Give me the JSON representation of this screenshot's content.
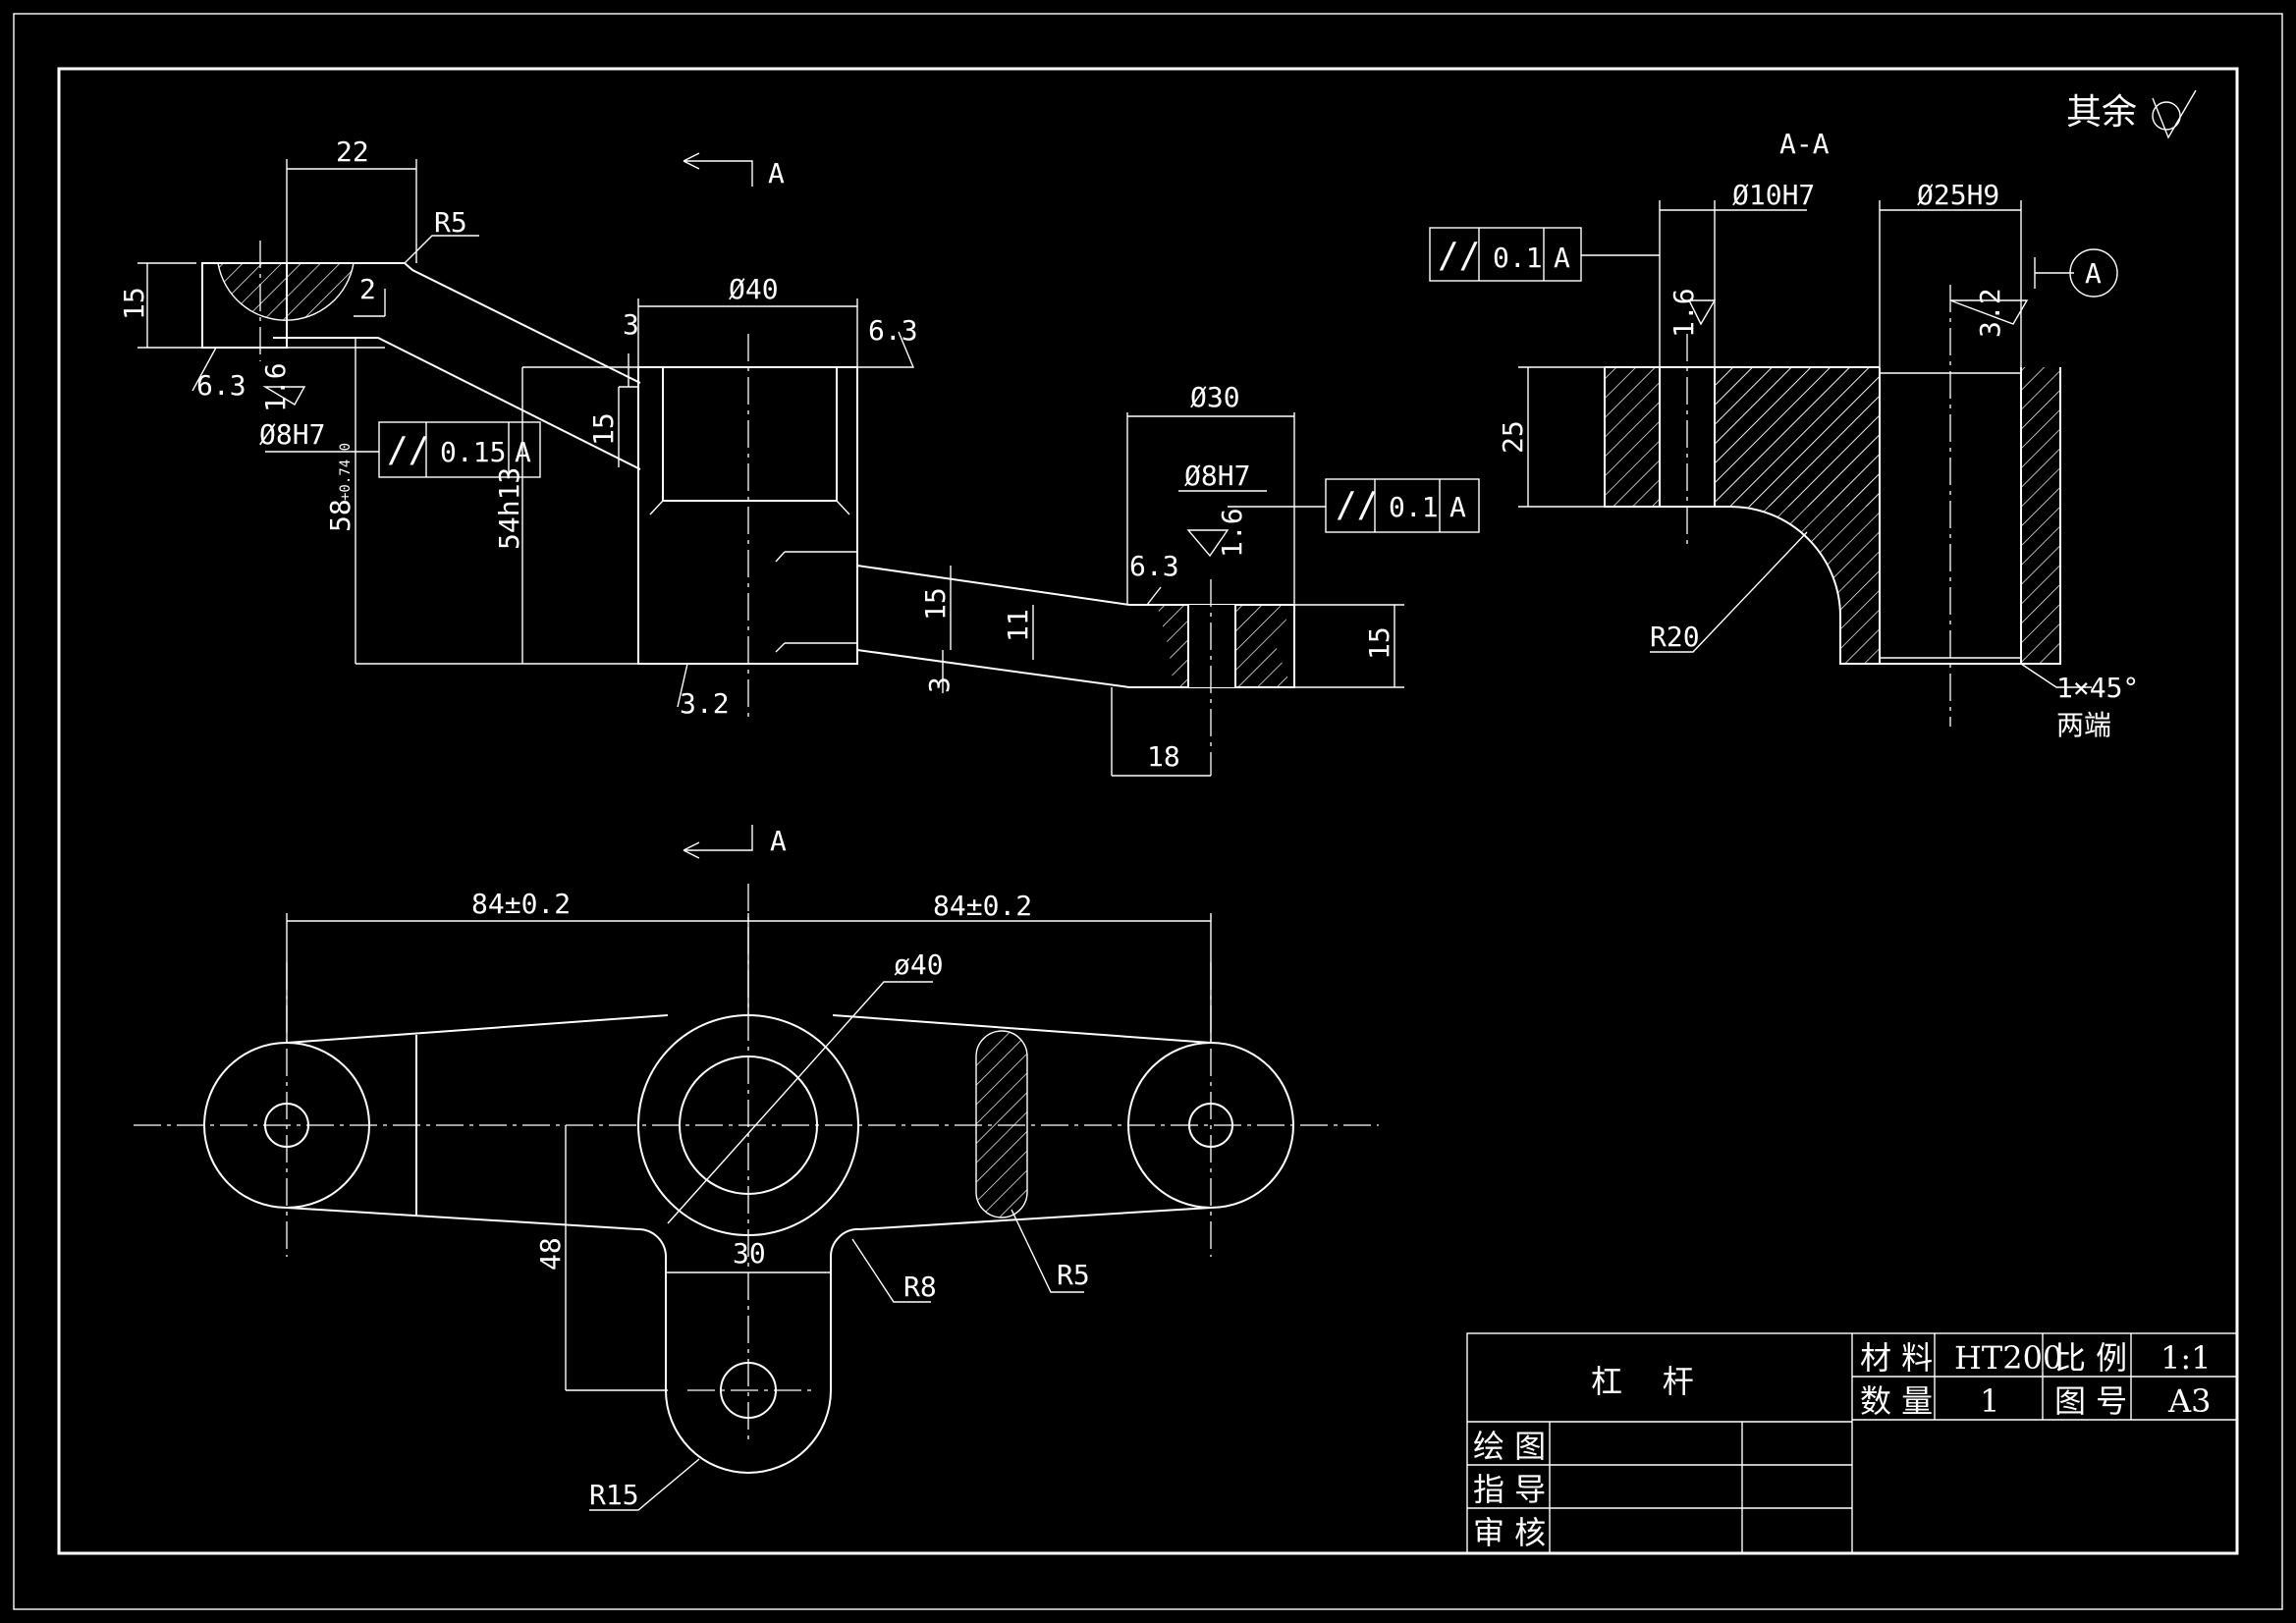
{
  "drawing": {
    "title": "杠    杆",
    "roughness_note": "其余",
    "section_label": "A-A",
    "section_marker": "A",
    "datum_label": "A"
  },
  "title_block": {
    "material_label": "材 料",
    "material_value": "HT200",
    "scale_label": "比 例",
    "scale_value": "1:1",
    "quantity_label": "数 量",
    "quantity_value": "1",
    "drawing_no_label": "图 号",
    "drawing_no_value": "A3",
    "drawn_label": "绘 图",
    "guided_label": "指 导",
    "checked_label": "审 核"
  },
  "front_view": {
    "dim_22": "22",
    "dim_r5": "R5",
    "dim_15_left": "15",
    "dim_2": "2",
    "rough_63_left": "6.3",
    "rough_16_left": "1.6",
    "hole_left": "Ø8H7",
    "tol_left_symbol": "//",
    "tol_left_value": "0.15",
    "tol_left_datum": "A",
    "dim_58": "58",
    "dim_58_tol": "+0.74 0",
    "dim_54h13": "54h13",
    "dim_3_top": "3",
    "dim_15_mid": "15",
    "dim_d40": "Ø40",
    "rough_63_top": "6.3",
    "rough_32_bottom": "3.2",
    "dim_d30": "Ø30",
    "hole_right": "Ø8H7",
    "rough_16_right": "1.6",
    "tol_right_symbol": "//",
    "tol_right_value": "0.1",
    "tol_right_datum": "A",
    "rough_63_right": "6.3",
    "dim_15_right_arm": "15",
    "dim_11": "11",
    "dim_3_bottom": "3",
    "dim_15_boss": "15",
    "dim_18": "18"
  },
  "section_view": {
    "dim_d10h7": "Ø10H7",
    "dim_d25h9": "Ø25H9",
    "tol_symbol": "//",
    "tol_value": "0.1",
    "tol_datum": "A",
    "rough_16": "1.6",
    "rough_32": "3.2",
    "dim_25": "25",
    "dim_r20": "R20",
    "chamfer": "1×45°",
    "chamfer_note": "两端"
  },
  "top_view": {
    "dim_84_left": "84±0.2",
    "dim_84_right": "84±0.2",
    "dim_d40": "ø40",
    "dim_48": "48",
    "dim_30": "30",
    "dim_r8": "R8",
    "dim_r5": "R5",
    "dim_r15": "R15"
  }
}
